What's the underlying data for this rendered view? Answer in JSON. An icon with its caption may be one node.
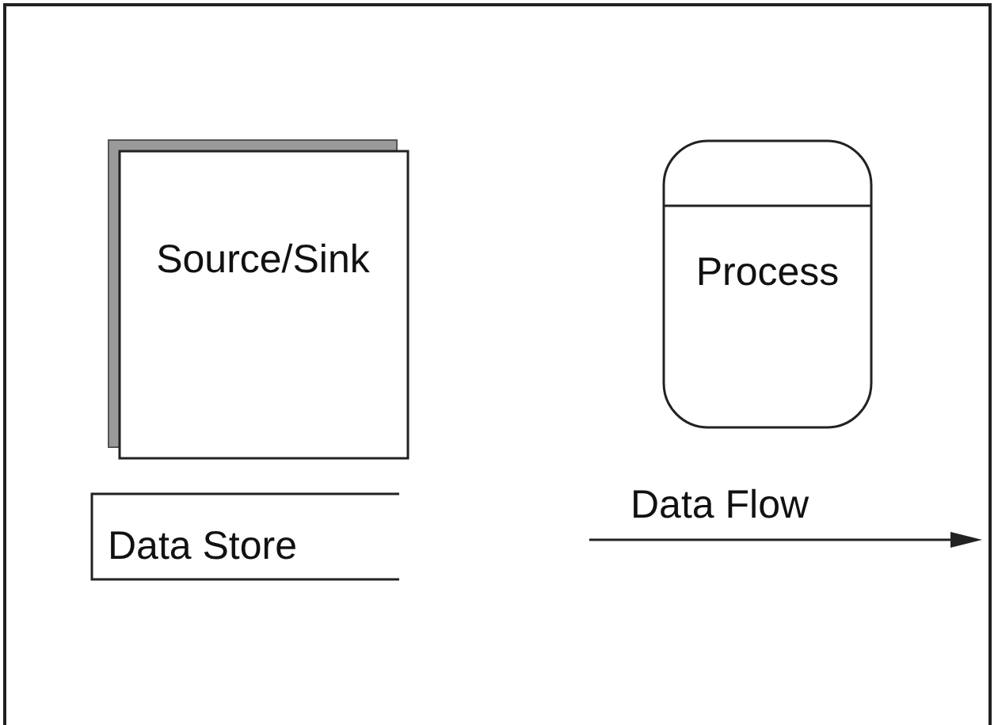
{
  "diagram": {
    "nodes": [
      {
        "text": [
          "Source/Sink"
        ]
      },
      {
        "text": [
          "Process"
        ]
      },
      {
        "text": [
          "Data Store"
        ]
      }
    ],
    "labels": [
      "Data Flow"
    ]
  }
}
